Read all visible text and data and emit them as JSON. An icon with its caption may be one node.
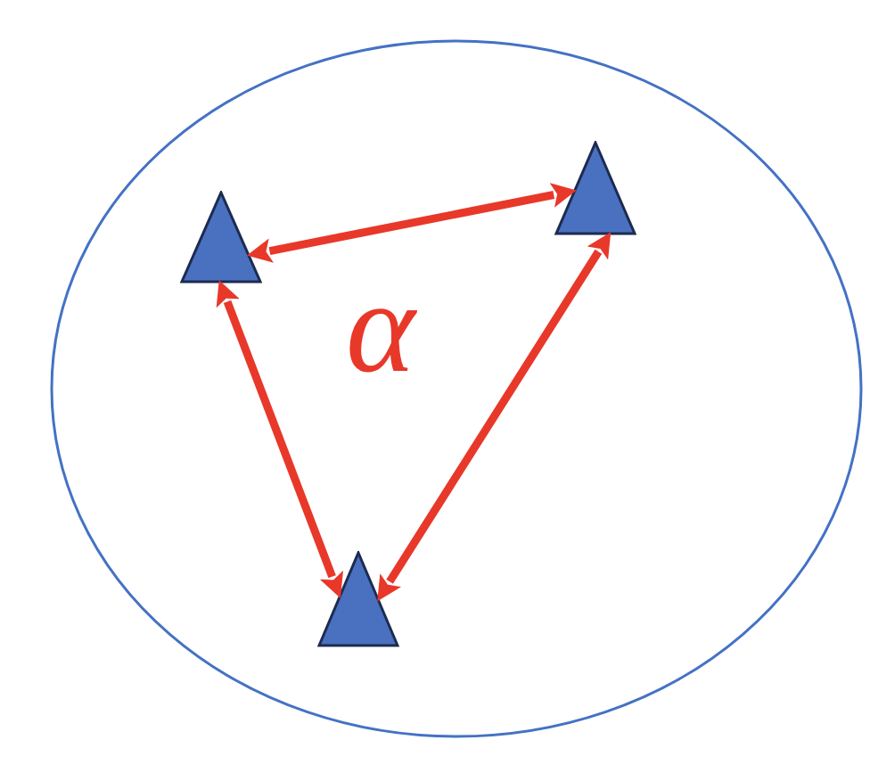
{
  "diagram": {
    "nodes": [
      {
        "text": [],
        "shape": "ellipse"
      },
      {
        "text": [],
        "shape": "triangle",
        "in": 0
      },
      {
        "text": [],
        "shape": "triangle",
        "in": 0
      },
      {
        "text": [],
        "shape": "triangle",
        "in": 0
      }
    ],
    "edges": [
      {
        "from": 1,
        "to": 2,
        "arrow": "both"
      },
      {
        "from": 1,
        "to": 3,
        "arrow": "both"
      },
      {
        "from": 2,
        "to": 3,
        "arrow": "both"
      }
    ],
    "labels": [
      "α"
    ]
  }
}
